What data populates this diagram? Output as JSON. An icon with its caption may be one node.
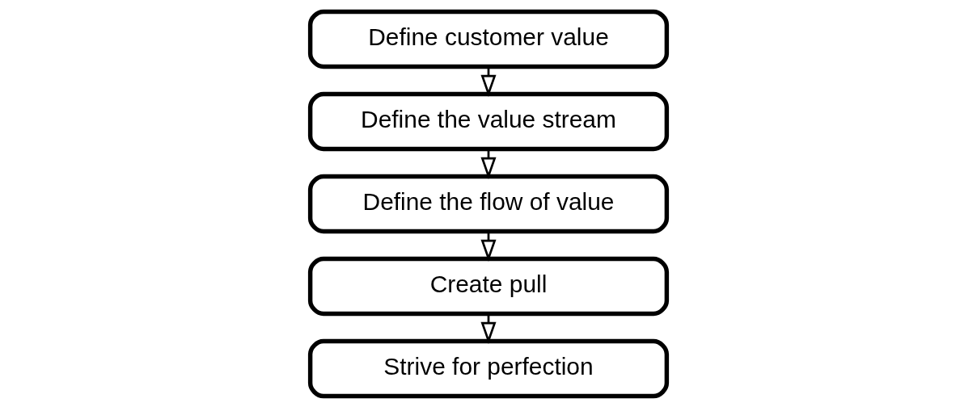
{
  "diagram": {
    "nodes": [
      {
        "text": [
          "Define customer value"
        ]
      },
      {
        "text": [
          "Define the value stream"
        ]
      },
      {
        "text": [
          "Define the flow of value"
        ]
      },
      {
        "text": [
          "Create pull"
        ]
      },
      {
        "text": [
          "Strive for perfection"
        ]
      }
    ],
    "edges": [
      {
        "from": 0,
        "to": 1,
        "arrow": "to"
      },
      {
        "from": 1,
        "to": 2,
        "arrow": "to"
      },
      {
        "from": 2,
        "to": 3,
        "arrow": "to"
      },
      {
        "from": 3,
        "to": 4,
        "arrow": "to"
      }
    ]
  }
}
